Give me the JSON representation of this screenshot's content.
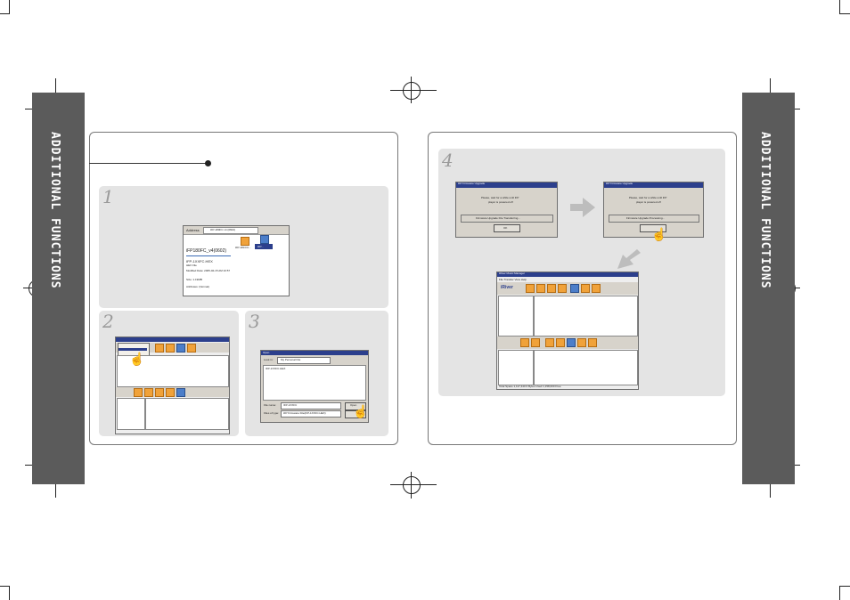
{
  "side_tab_label": "ADDITIONAL FUNCTIONS",
  "steps": {
    "s1": "1",
    "s2": "2",
    "s3": "3",
    "s4": "4"
  },
  "step1": {
    "address_label": "Address",
    "address_value": "iFP-180FC v4 (0602)",
    "file_title": "iFP180FC_v4(0602)",
    "file_name": "IFP-1XXFC.HEX",
    "file_type": "HEX File",
    "modified": "Modified Date: 2005-02-15 AM 10:57",
    "size": "Size: 1.19MB",
    "attributes": "Attributes: (Normal)",
    "icon1_caption": "iFP-180 FC...",
    "icon2_caption": "iFP..."
  },
  "step3": {
    "dialog_title": "Open",
    "look_in_label": "Look in:",
    "look_in_value": "My Personal File",
    "file_item": "IFP-1XXFC.HEX",
    "file_name_label": "File name:",
    "file_name_value": "IFP-1XXFC",
    "file_type_label": "Files of type:",
    "file_type_value": "iFP Firmware File(iFP-1XXFC.HEX)",
    "open_button": "Open"
  },
  "step4": {
    "dialog_title": "iFP Firmware Upgrade",
    "message_line1": "Please, wait for a while until iFP",
    "message_line2": "player is powered off",
    "status_a": "Firmware Upgrade File Transferring...",
    "status_b": "Firmware Upgrade Processing...",
    "ok_button": "OK",
    "manager_title": "iRiver Music Manager",
    "manager_menu": "File  Transfer  View  Help",
    "brand_logo": "iRiver",
    "status_bar": "Total Space    1,117,440    0 Bytes Used  1,158,000 Free"
  }
}
